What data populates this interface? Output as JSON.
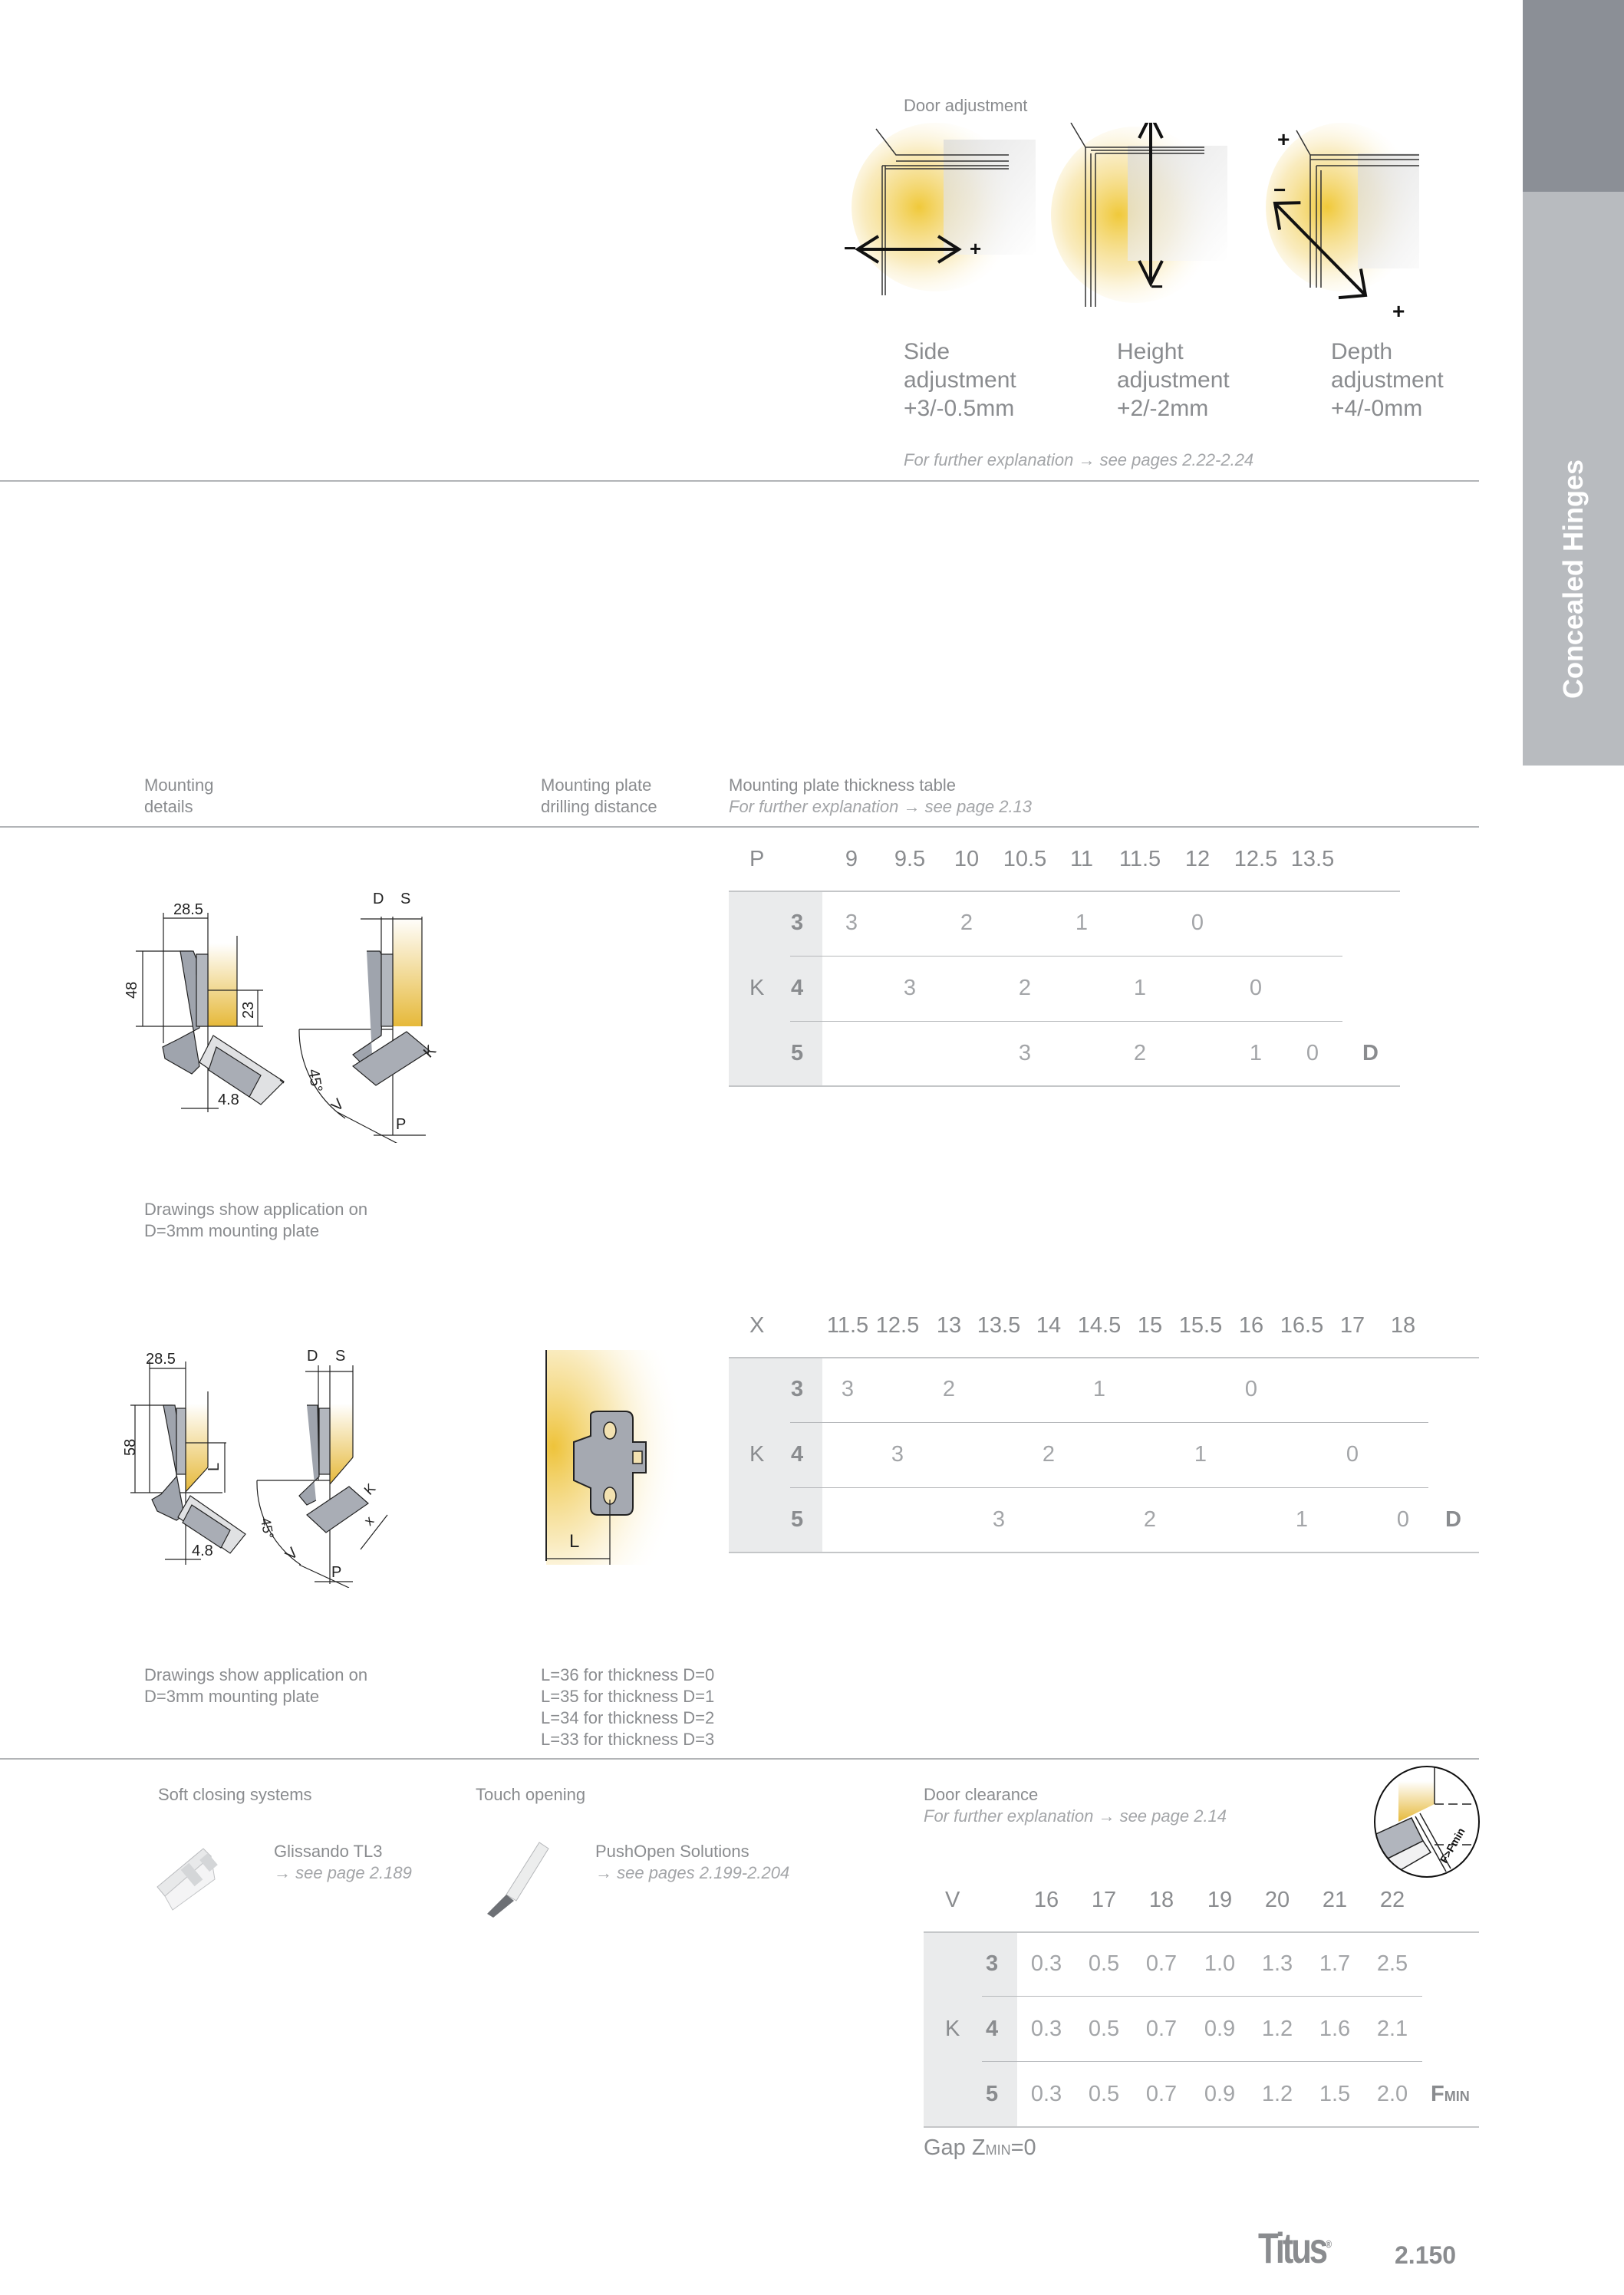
{
  "side_tab": {
    "label": "Concealed Hinges"
  },
  "door_adjustment": {
    "title": "Door adjustment",
    "items": [
      {
        "name": "Side",
        "line2": "adjustment",
        "value": "+3/-0.5mm",
        "minus": "−",
        "plus": "+"
      },
      {
        "name": "Height",
        "line2": "adjustment",
        "value": "+2/-2mm",
        "minus": "−",
        "plus": "+"
      },
      {
        "name": "Depth",
        "line2": "adjustment",
        "value": "+4/-0mm",
        "minus": "−",
        "plus": "+"
      }
    ],
    "note": "For further explanation → see pages 2.22-2.24"
  },
  "headers": {
    "mounting_details": [
      "Mounting",
      "details"
    ],
    "drilling_distance": [
      "Mounting plate",
      "drilling distance"
    ],
    "thickness_table": "Mounting plate thickness table",
    "thickness_note": "For further explanation → see page 2.13"
  },
  "table1": {
    "row_header": "P",
    "k_label": "K",
    "d_label": "D",
    "columns": [
      "9",
      "9.5",
      "10",
      "10.5",
      "11",
      "11.5",
      "12",
      "12.5",
      "13.5"
    ],
    "rows": [
      {
        "k": "3",
        "values": [
          "3",
          "",
          "2",
          "",
          "1",
          "",
          "0",
          "",
          ""
        ]
      },
      {
        "k": "4",
        "values": [
          "",
          "3",
          "",
          "2",
          "",
          "1",
          "",
          "0",
          ""
        ]
      },
      {
        "k": "5",
        "values": [
          "",
          "",
          "",
          "3",
          "",
          "2",
          "",
          "1",
          "0"
        ]
      }
    ]
  },
  "drawing1": {
    "dims": {
      "w": "28.5",
      "h": "48",
      "c": "23",
      "b": "4.8",
      "D": "D",
      "S": "S",
      "K": "K",
      "V": "V",
      "P": "P",
      "angle": "45°"
    },
    "caption": [
      "Drawings show application on",
      "D=3mm mounting plate"
    ]
  },
  "table2": {
    "row_header": "X",
    "k_label": "K",
    "d_label": "D",
    "columns": [
      "11.5",
      "12.5",
      "13",
      "13.5",
      "14",
      "14.5",
      "15",
      "15.5",
      "16",
      "16.5",
      "17",
      "18"
    ],
    "rows": [
      {
        "k": "3",
        "values": [
          "3",
          "",
          "2",
          "",
          "",
          "1",
          "",
          "",
          "0",
          "",
          "",
          ""
        ]
      },
      {
        "k": "4",
        "values": [
          "",
          "3",
          "",
          "",
          "2",
          "",
          "",
          "1",
          "",
          "",
          "0",
          ""
        ]
      },
      {
        "k": "5",
        "values": [
          "",
          "",
          "",
          "3",
          "",
          "",
          "2",
          "",
          "",
          "1",
          "",
          "0"
        ]
      }
    ]
  },
  "drawing2": {
    "dims": {
      "w": "28.5",
      "h": "58",
      "L": "L",
      "b": "4.8",
      "D": "D",
      "S": "S",
      "K": "K",
      "x": "x",
      "V": "V",
      "P": "P",
      "angle": "45°"
    },
    "caption": [
      "Drawings show application on",
      "D=3mm mounting plate"
    ],
    "plate_label": "L",
    "l_notes": [
      "L=36 for thickness D=0",
      "L=35 for thickness D=1",
      "L=34 for thickness D=2",
      "L=33 for thickness D=3"
    ]
  },
  "accessories": {
    "soft_closing": {
      "heading": "Soft closing systems",
      "product": "Glissando TL3",
      "ref": "→ see page 2.189"
    },
    "touch_opening": {
      "heading": "Touch opening",
      "product": "PushOpen Solutions",
      "ref": "→  see pages 2.199-2.204"
    }
  },
  "door_clearance": {
    "title": "Door clearance",
    "note": "For further explanation → see page 2.14",
    "detail_label": "F>Fmin",
    "row_header": "V",
    "k_label": "K",
    "f_label": "F",
    "f_sub": "MIN",
    "columns": [
      "16",
      "17",
      "18",
      "19",
      "20",
      "21",
      "22"
    ],
    "rows": [
      {
        "k": "3",
        "values": [
          "0.3",
          "0.5",
          "0.7",
          "1.0",
          "1.3",
          "1.7",
          "2.5"
        ]
      },
      {
        "k": "4",
        "values": [
          "0.3",
          "0.5",
          "0.7",
          "0.9",
          "1.2",
          "1.6",
          "2.1"
        ]
      },
      {
        "k": "5",
        "values": [
          "0.3",
          "0.5",
          "0.7",
          "0.9",
          "1.2",
          "1.5",
          "2.0"
        ]
      }
    ],
    "gap_prefix": "Gap Z",
    "gap_sub": "MIN",
    "gap_suffix": "=0"
  },
  "footer": {
    "brand": "Titus",
    "registered": "®",
    "page_number": "2.150"
  }
}
